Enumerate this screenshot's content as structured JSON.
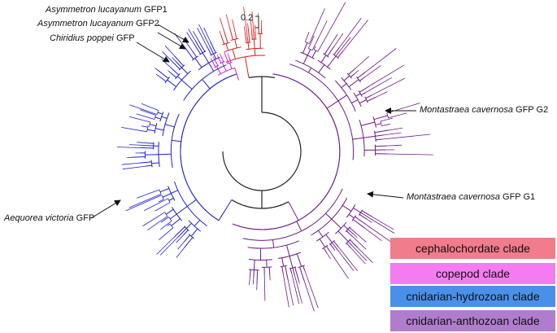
{
  "labels": {
    "asymmetron_gfp1": {
      "species": "Asymmetron lucayanum",
      "gene": "GFP1"
    },
    "asymmetron_gfp2": {
      "species": "Asymmetron lucayanum",
      "gene": "GFP2"
    },
    "chiridius": {
      "species": "Chiridius poppei",
      "gene": "GFP"
    },
    "aequorea": {
      "species": "Aequorea victoria",
      "gene": "GFP"
    },
    "montastraea_g2": {
      "species": "Montastraea cavernosa",
      "gene": "GFP G2"
    },
    "montastraea_g1": {
      "species": "Montastraea cavernosa",
      "gene": "GFP G1"
    }
  },
  "scale_bar": {
    "label": "0.2"
  },
  "legend": [
    {
      "label": "cephalochordate clade",
      "color": "#f07c8c"
    },
    {
      "label": "copepod clade",
      "color": "#f47cf0"
    },
    {
      "label": "cnidarian-hydrozoan clade",
      "color": "#4a90e8"
    },
    {
      "label": "cnidarian-anthozoan clade",
      "color": "#b07ccc"
    }
  ],
  "branch_colors": {
    "backbone": "#222222",
    "cephalochordate": "#d62020",
    "copepod": "#d020d0",
    "hydrozoan": "#2020d0",
    "anthozoan": "#6a1a8a"
  }
}
